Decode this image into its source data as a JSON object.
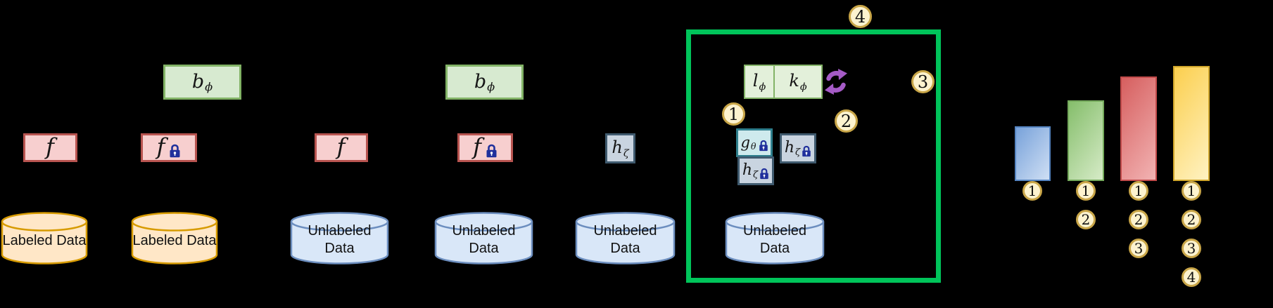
{
  "colors": {
    "canvas_bg": "#000000",
    "model_fill": "#F7CFCF",
    "model_border": "#B85450",
    "head_fill": "#D7EAD0",
    "head_border": "#82B366",
    "split_fill": "#E3F0DA",
    "gray_fill": "#C9D4E0",
    "gray_border": "#3F5A6E",
    "teal_fill": "#CEEAED",
    "teal_border": "#2E7E8C",
    "labeled_fill": "#FFE7C7",
    "labeled_border": "#D79B00",
    "unlabeled_fill": "#D9E7F8",
    "unlabeled_border": "#6C8EBF",
    "badge_fill": "#FDF3CF",
    "badge_border": "#C9A648",
    "outline_green": "#00C45A",
    "lock_blue": "#20309C",
    "refresh_purple": "#A55BC6",
    "bar_blue": "#78A2DA",
    "bar_blue_light": "#CFDFF4",
    "bar_blue_border": "#5584C1",
    "bar_green": "#85BE6B",
    "bar_green_light": "#D6EBC7",
    "bar_green_border": "#74A95B",
    "bar_red": "#D65F5F",
    "bar_red_light": "#F2B3B3",
    "bar_red_border": "#C14A4A",
    "bar_yellow": "#FBCF4E",
    "bar_yellow_light": "#FFF2C2",
    "bar_yellow_border": "#CFA52B"
  },
  "icons": {
    "lock": "padlock (frozen weights)",
    "cycle": "purple circular update arrows"
  },
  "stages": {
    "s1": {
      "model": {
        "main": "f",
        "sub": ""
      },
      "db": {
        "line1": "Labeled Data",
        "line2": ""
      }
    },
    "s2": {
      "head": {
        "main": "b",
        "sub": "ϕ"
      },
      "model": {
        "main": "f",
        "sub": ""
      },
      "db": {
        "line1": "Labeled Data",
        "line2": ""
      }
    },
    "s3": {
      "model": {
        "main": "f",
        "sub": ""
      },
      "db": {
        "line1": "Unlabeled",
        "line2": "Data"
      }
    },
    "s4": {
      "head": {
        "main": "b",
        "sub": "ϕ"
      },
      "model": {
        "main": "f",
        "sub": ""
      },
      "db": {
        "line1": "Unlabeled",
        "line2": "Data"
      }
    },
    "s5": {
      "model": {
        "main": "h",
        "sub": "ζ"
      },
      "db": {
        "line1": "Unlabeled",
        "line2": "Data"
      }
    },
    "s6": {
      "badges": {
        "b1": "1",
        "b2": "2",
        "b3": "3",
        "b4": "4"
      },
      "adapter_left": {
        "main": "l",
        "sub": "ϕ"
      },
      "adapter_right": {
        "main": "k",
        "sub": "ϕ"
      },
      "generator": {
        "main": "g",
        "sub": "θ"
      },
      "frozen_model_stacked": {
        "main": "h",
        "sub": "ζ"
      },
      "frozen_model_side": {
        "main": "h",
        "sub": "ζ"
      },
      "db": {
        "line1": "Unlabeled",
        "line2": "Data"
      }
    }
  },
  "bars": {
    "items": [
      {
        "badges": [
          "1"
        ]
      },
      {
        "badges": [
          "1",
          "2"
        ]
      },
      {
        "badges": [
          "1",
          "2",
          "3"
        ]
      },
      {
        "badges": [
          "1",
          "2",
          "3",
          "4"
        ]
      }
    ]
  },
  "chart_data": {
    "type": "bar",
    "categories": [
      "bar-1",
      "bar-2",
      "bar-3",
      "bar-4"
    ],
    "values": [
      78,
      115,
      149,
      164
    ],
    "note": "no axes or numeric labels visible; values are relative bar heights in pixels",
    "colors": [
      "#78A2DA",
      "#85BE6B",
      "#D65F5F",
      "#FBCF4E"
    ],
    "annotations_below_bars": [
      [
        "1"
      ],
      [
        "1",
        "2"
      ],
      [
        "1",
        "2",
        "3"
      ],
      [
        "1",
        "2",
        "3",
        "4"
      ]
    ]
  }
}
